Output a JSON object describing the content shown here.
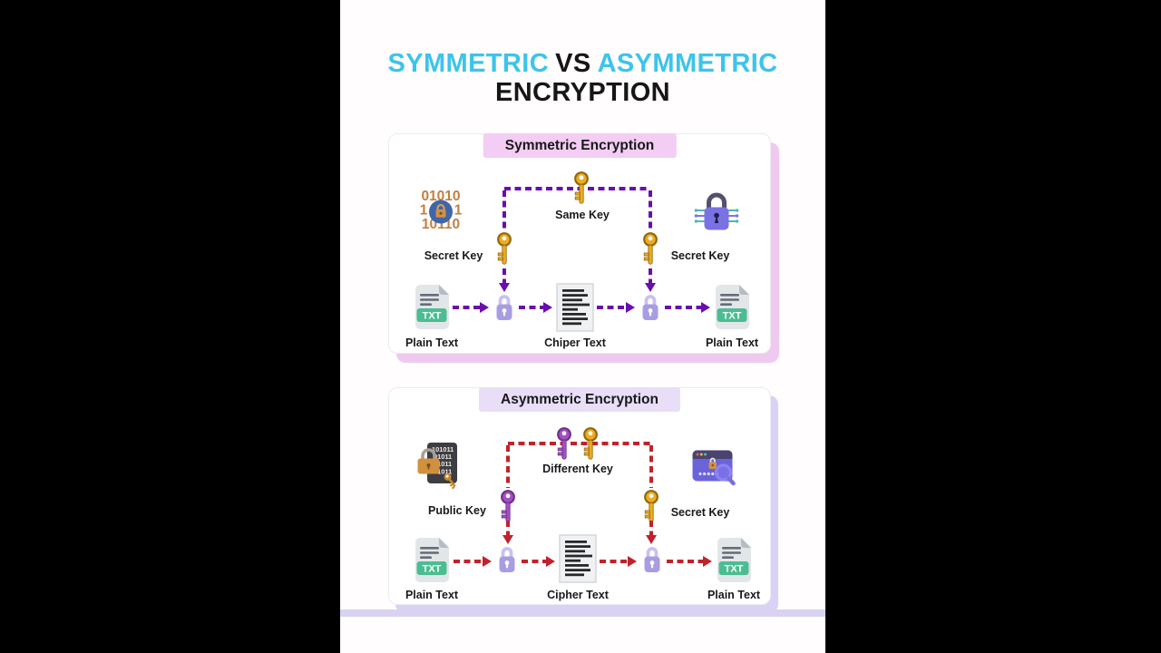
{
  "title": {
    "word1": "SYMMETRIC",
    "word2": "VS",
    "word3": "ASYMMETRIC",
    "line2": "ENCRYPTION"
  },
  "icons": {
    "txt_label": "TXT"
  },
  "panels": [
    {
      "header": "Symmetric Encryption",
      "center_key_label": "Same Key",
      "left_key_label": "Secret Key",
      "right_key_label": "Secret Key",
      "left_icon": "binary-code-with-lock",
      "right_icon": "circuit-padlock",
      "flow": {
        "left": "Plain Text",
        "center": "Chiper Text",
        "right": "Plain Text"
      }
    },
    {
      "header": "Asymmetric Encryption",
      "center_key_label": "Different Key",
      "left_key_label": "Public Key",
      "right_key_label": "Secret Key",
      "left_icon": "binary-document-with-lock-and-key",
      "right_icon": "secure-browser-with-magnifier",
      "flow": {
        "left": "Plain Text",
        "center": "Cipher Text",
        "right": "Plain Text"
      }
    }
  ],
  "theme": {
    "accent_cyan": "#3cc4eb",
    "text_dark": "#161616",
    "sym_dash": "#6a0dad",
    "asym_dash": "#c1222b",
    "badge_sym_bg": "#f3cdf3",
    "badge_asym_bg": "#e9def7",
    "shadow_sym": "#f0c9f0",
    "shadow_asym": "#d9d2f4",
    "strip_band": "#d9d3f2",
    "key_gold": "#edab20",
    "key_gold_dark": "#8f680e",
    "key_purple": "#a44ec5",
    "key_purple_dark": "#6e3386",
    "lock_body": "#a89de3",
    "lock_shackle": "#c9c1f0",
    "txt_green": "#4cbd92"
  }
}
